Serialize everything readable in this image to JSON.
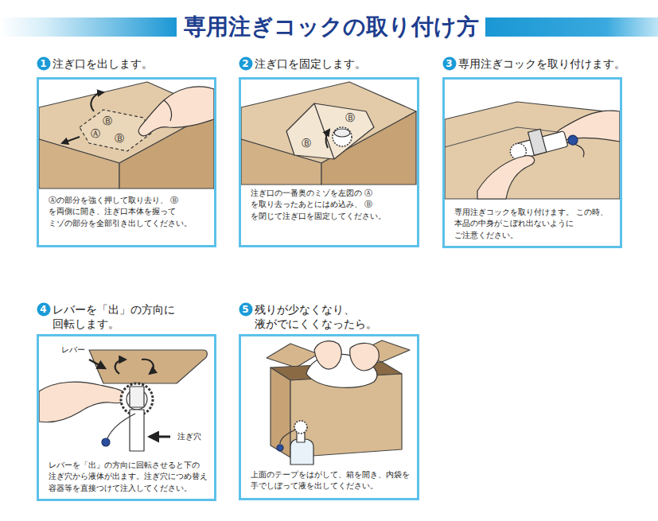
{
  "diagram": {
    "title": "専用注ぎコックの取り付け方",
    "nodes": [
      {
        "text": [
          "注ぎ口を出します。",
          "Ⓐの部分を強く押して取り去り、 Ⓑを両側に開き、注ぎ口本体を握って ミゾの部分を全部引き出してください。"
        ]
      },
      {
        "text": [
          "注ぎ口を固定します。",
          "注ぎ口の一番奥のミゾを左図の Ⓐを取り去ったあとにはめ込み、 Ⓑを閉じて注ぎ口を固定してください。"
        ]
      },
      {
        "text": [
          "専用注ぎコックを取り付けます。",
          "専用注ぎコックを取り付けます。 この時、本品の中身がこぼれ出ないように ご注意ください。"
        ]
      },
      {
        "text": [
          "レバーを「出」の方向に 回転します。",
          "レバーを「出」の方向に回転させると下の 注ぎ穴から液体が出ます。注ぎ穴につめ替え 容器等を直接つけて注入してください。"
        ]
      },
      {
        "text": [
          "残りが少なくなり、 液がでにくくなったら。",
          "上面のテープをはがして、箱を開き、内袋を 手でしぼって液を出してください。"
        ]
      }
    ],
    "labels": [
      "1",
      "Ⓑ",
      "Ⓐ",
      "Ⓑ",
      "2",
      "Ⓑ",
      "Ⓑ",
      "3",
      "4",
      "レバー",
      "注ぎ穴",
      "5"
    ]
  }
}
